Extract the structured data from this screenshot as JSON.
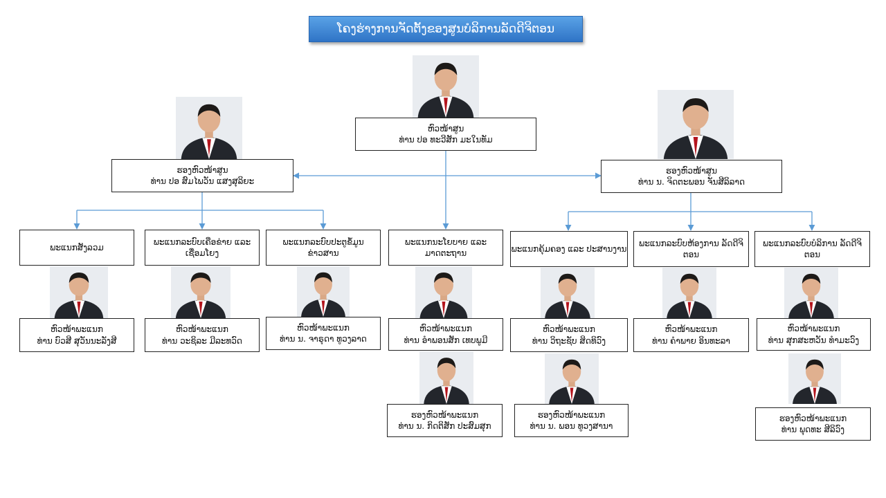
{
  "title": "ໂຄງຮ່າງການຈັດຕັ້ງຂອງສູນບໍລິການລັດດີຈິຕອນ",
  "director": {
    "role": "ຫົວໜ້າສູນ",
    "name": "ທ່ານ ປອ ທະວີສັກ ມະໃນທັມ"
  },
  "deputy_left": {
    "role": "ຮອງຫົວໜ້າສູນ",
    "name": "ທ່ານ ປອ ສົມໄພວັນ ແສງສຸລິຍະ"
  },
  "deputy_right": {
    "role": "ຮອງຫົວໜ້າສູນ",
    "name": "ທ່ານ ນ. ຈິດຕະພອນ ຈັນສີລິລາດ"
  },
  "departments": [
    {
      "name": "ພະແນກສັງລວມ",
      "head_role": "ຫົວໜ້າພະແນກ",
      "head_name": "ທ່ານ ບົວສີ ສຸວັນນະລັງສີ"
    },
    {
      "name": "ພະແນກລະບົບເຄືອຂ່າຍ ແລະ ເຊື່ອມໂຍງ",
      "head_role": "ຫົວໜ້າພະແນກ",
      "head_name": "ທ່ານ ວະຊິລະ ມີລະທວົດ"
    },
    {
      "name": "ພະແນກລະບົບປະຕູຂໍ້ມູນ ຂ່າວສານ",
      "head_role": "ຫົວໜ້າພະແນກ",
      "head_name": "ທ່ານ ນ. ຈາຣຸດາ ທູວງລາດ"
    },
    {
      "name": "ພະແນກນະໂຍບາຍ ແລະ ມາດຕະຖານ",
      "head_role": "ຫົວໜ້າພະແນກ",
      "head_name": "ທ່ານ ອຳພອນສັກ ເທບພູມີ",
      "deputy_role": "ຮອງຫົວໜ້າພະແນກ",
      "deputy_name": "ທ່ານ ນ. ກິດຕິສັກ ປະສົມສຸກ"
    },
    {
      "name": "ພະແນກຄຸ້ມຄອງ ແລະ ປະສານງານ",
      "head_role": "ຫົວໜ້າພະແນກ",
      "head_name": "ທ່ານ ວິຖະຊັບ ສິດທິວົງ",
      "deputy_role": "ຮອງຫົວໜ້າພະແນກ",
      "deputy_name": "ທ່ານ ນ. ພອນ ທູວງສານາ"
    },
    {
      "name": "ພະແນກລະບົບຫ້ອງການ ລັດດີຈິຕອນ",
      "head_role": "ຫົວໜ້າພະແນກ",
      "head_name": "ທ່ານ ຄຳພາຍ ອິນທະລາ"
    },
    {
      "name": "ພະແນກລະບົບບໍລິການ ລັດດີຈິຕອນ",
      "head_role": "ຫົວໜ້າພະແນກ",
      "head_name": "ທ່ານ ສຸກສະຫວັນ ທຳມະວົງ",
      "deputy_role": "ຮອງຫົວໜ້າພະແນກ",
      "deputy_name": "ທ່ານ ພຸດທະ ສີລິວົງ"
    }
  ],
  "colors": {
    "title_bg": "#3a82d2",
    "connector": "#5b9bd5"
  }
}
